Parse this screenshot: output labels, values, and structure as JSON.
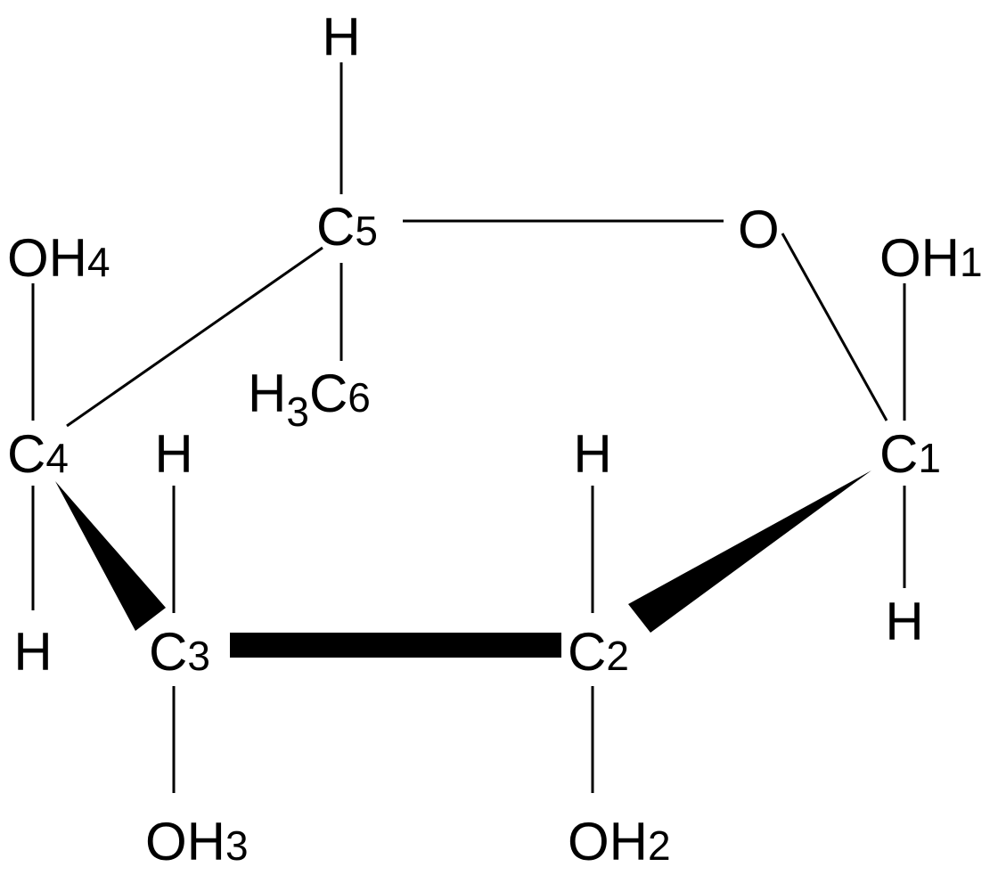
{
  "molecule": {
    "atoms": {
      "h_top": {
        "el": "H"
      },
      "c5": {
        "el": "C",
        "num": "5"
      },
      "o_ring": {
        "el": "O"
      },
      "oh1": {
        "el": "OH",
        "num": "1"
      },
      "oh4": {
        "el": "OH",
        "num": "4"
      },
      "h3c6": {
        "pre": "H",
        "sub": "3",
        "el": "C",
        "num": "6"
      },
      "c4": {
        "el": "C",
        "num": "4"
      },
      "h_c3": {
        "el": "H"
      },
      "h_c2": {
        "el": "H"
      },
      "c1": {
        "el": "C",
        "num": "1"
      },
      "h_c4": {
        "el": "H"
      },
      "c3": {
        "el": "C",
        "num": "3"
      },
      "c2": {
        "el": "C",
        "num": "2"
      },
      "h_c1": {
        "el": "H"
      },
      "oh3": {
        "el": "OH",
        "num": "3"
      },
      "oh2": {
        "el": "OH",
        "num": "2"
      }
    },
    "bonds": [
      {
        "from": "h_top",
        "to": "c5",
        "style": "single"
      },
      {
        "from": "c5",
        "to": "o_ring",
        "style": "single"
      },
      {
        "from": "c5",
        "to": "h3c6",
        "style": "single"
      },
      {
        "from": "c5",
        "to": "c4",
        "style": "single"
      },
      {
        "from": "o_ring",
        "to": "c1",
        "style": "single"
      },
      {
        "from": "oh1",
        "to": "c1",
        "style": "single"
      },
      {
        "from": "c1",
        "to": "h_c1",
        "style": "single"
      },
      {
        "from": "c1",
        "to": "c2",
        "style": "wedge"
      },
      {
        "from": "oh4",
        "to": "c4",
        "style": "single"
      },
      {
        "from": "c4",
        "to": "h_c4",
        "style": "single"
      },
      {
        "from": "c4",
        "to": "c3",
        "style": "wedge"
      },
      {
        "from": "c3",
        "to": "c2",
        "style": "bold"
      },
      {
        "from": "h_c3",
        "to": "c3",
        "style": "single"
      },
      {
        "from": "c3",
        "to": "oh3",
        "style": "single"
      },
      {
        "from": "h_c2",
        "to": "c2",
        "style": "single"
      },
      {
        "from": "c2",
        "to": "oh2",
        "style": "single"
      }
    ]
  }
}
